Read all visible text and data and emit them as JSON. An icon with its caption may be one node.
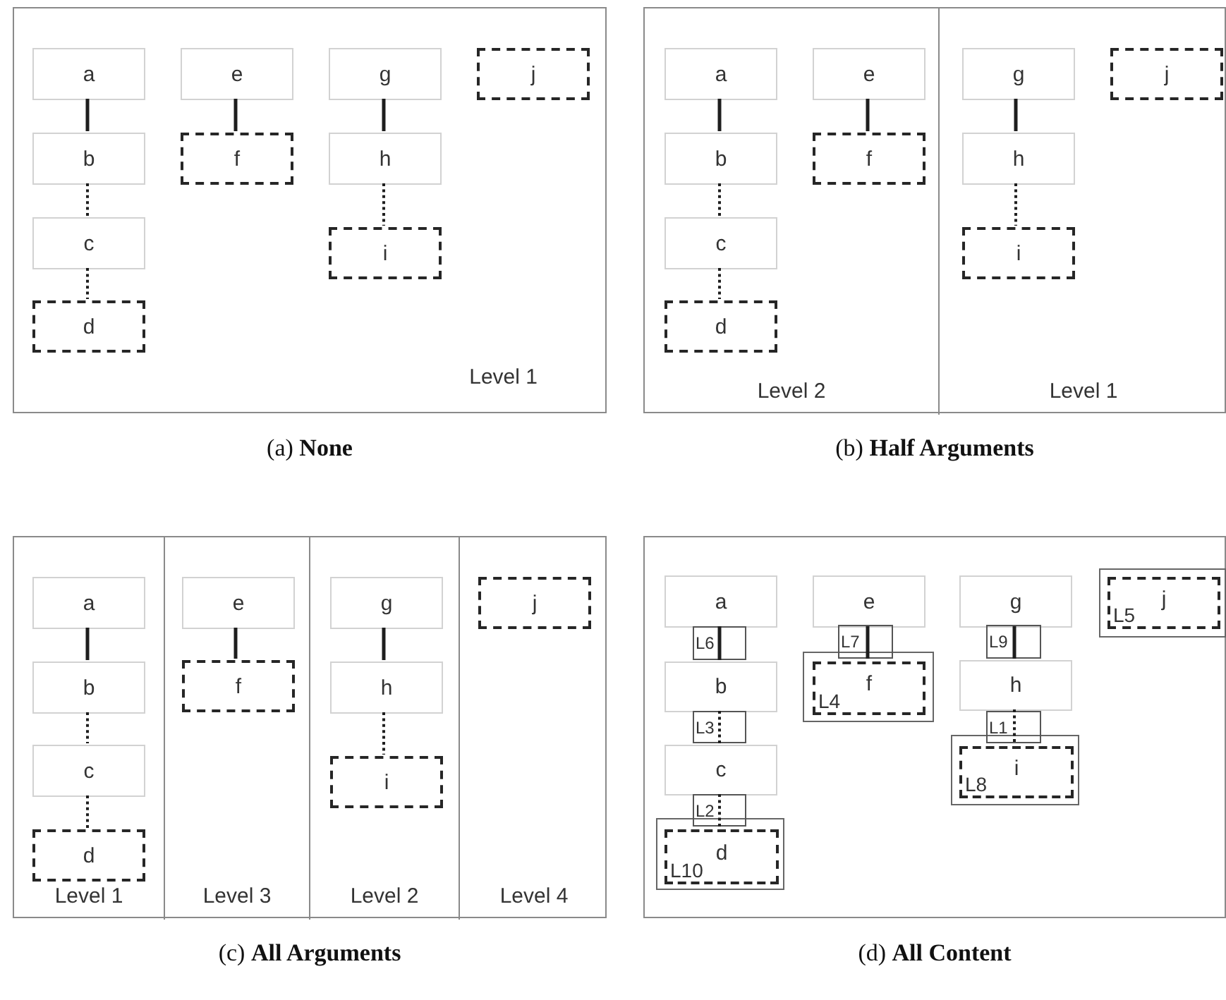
{
  "diagram": {
    "nodes": [
      {
        "text": [
          "Level 1"
        ],
        "beside": [
          "(a) **None**"
        ]
      },
      {
        "text": [
          "a"
        ],
        "in": 0
      },
      {
        "text": [
          "b"
        ],
        "in": 0
      },
      {
        "text": [
          "c"
        ],
        "in": 0
      },
      {
        "text": [
          "d"
        ],
        "in": 0
      },
      {
        "text": [
          "e"
        ],
        "in": 0
      },
      {
        "text": [
          "f"
        ],
        "in": 0
      },
      {
        "text": [
          "g"
        ],
        "in": 0
      },
      {
        "text": [
          "h"
        ],
        "in": 0
      },
      {
        "text": [
          "i"
        ],
        "in": 0
      },
      {
        "text": [
          "j"
        ],
        "in": 0
      },
      {
        "text": [],
        "shape": "box",
        "beside": [
          "(b) **Half Arguments**"
        ]
      },
      {
        "text": [
          "Level 2"
        ],
        "in": 11
      },
      {
        "text": [
          "a"
        ],
        "in": 12
      },
      {
        "text": [
          "b"
        ],
        "in": 12
      },
      {
        "text": [
          "c"
        ],
        "in": 12
      },
      {
        "text": [
          "d"
        ],
        "in": 12
      },
      {
        "text": [
          "e"
        ],
        "in": 12
      },
      {
        "text": [
          "f"
        ],
        "in": 12
      },
      {
        "text": [
          "Level 1"
        ],
        "in": 11
      },
      {
        "text": [
          "g"
        ],
        "in": 19
      },
      {
        "text": [
          "h"
        ],
        "in": 19
      },
      {
        "text": [
          "i"
        ],
        "in": 19
      },
      {
        "text": [
          "j"
        ],
        "in": 19
      },
      {
        "text": [],
        "shape": "box",
        "beside": [
          "(c) **All Arguments**"
        ]
      },
      {
        "text": [
          "Level 1"
        ],
        "in": 24
      },
      {
        "text": [
          "a"
        ],
        "in": 25
      },
      {
        "text": [
          "b"
        ],
        "in": 25
      },
      {
        "text": [
          "c"
        ],
        "in": 25
      },
      {
        "text": [
          "d"
        ],
        "in": 25
      },
      {
        "text": [
          "Level 3"
        ],
        "in": 24
      },
      {
        "text": [
          "e"
        ],
        "in": 30
      },
      {
        "text": [
          "f"
        ],
        "in": 30
      },
      {
        "text": [
          "Level 2"
        ],
        "in": 24
      },
      {
        "text": [
          "g"
        ],
        "in": 33
      },
      {
        "text": [
          "h"
        ],
        "in": 33
      },
      {
        "text": [
          "i"
        ],
        "in": 33
      },
      {
        "text": [
          "Level 4"
        ],
        "in": 24
      },
      {
        "text": [
          "j"
        ],
        "in": 37
      },
      {
        "text": [],
        "shape": "box",
        "beside": [
          "(d) **All Content**"
        ]
      },
      {
        "text": [
          "a"
        ],
        "in": 39
      },
      {
        "text": [
          "b"
        ],
        "in": 39
      },
      {
        "text": [
          "c"
        ],
        "in": 39
      },
      {
        "text": [],
        "shape": "box",
        "in": 39
      },
      {
        "text": [
          "L10",
          "d"
        ],
        "in": 43
      },
      {
        "text": [
          "e"
        ],
        "in": 39
      },
      {
        "text": [],
        "shape": "box",
        "in": 39
      },
      {
        "text": [
          "L4",
          "f"
        ],
        "in": 46
      },
      {
        "text": [
          "g"
        ],
        "in": 39
      },
      {
        "text": [
          "h"
        ],
        "in": 39
      },
      {
        "text": [],
        "shape": "box",
        "in": 39
      },
      {
        "text": [
          "L8",
          "i"
        ],
        "in": 50
      },
      {
        "text": [],
        "shape": "box",
        "in": 39
      },
      {
        "text": [
          "L5",
          "j"
        ],
        "in": 52
      }
    ],
    "edges": [
      {
        "from": 1,
        "to": 2,
        "arrow": "none"
      },
      {
        "from": 2,
        "to": 3,
        "arrow": "none",
        "style": "dashed"
      },
      {
        "from": 3,
        "to": 4,
        "arrow": "none",
        "style": "dashed"
      },
      {
        "from": 5,
        "to": 6,
        "arrow": "none"
      },
      {
        "from": 7,
        "to": 8,
        "arrow": "none"
      },
      {
        "from": 8,
        "to": 9,
        "arrow": "none",
        "style": "dashed"
      },
      {
        "from": 13,
        "to": 14,
        "arrow": "none"
      },
      {
        "from": 14,
        "to": 15,
        "arrow": "none",
        "style": "dashed"
      },
      {
        "from": 15,
        "to": 16,
        "arrow": "none",
        "style": "dashed"
      },
      {
        "from": 17,
        "to": 18,
        "arrow": "none"
      },
      {
        "from": 20,
        "to": 21,
        "arrow": "none"
      },
      {
        "from": 21,
        "to": 22,
        "arrow": "none",
        "style": "dashed"
      },
      {
        "from": 26,
        "to": 27,
        "arrow": "none"
      },
      {
        "from": 27,
        "to": 28,
        "arrow": "none",
        "style": "dashed"
      },
      {
        "from": 28,
        "to": 29,
        "arrow": "none",
        "style": "dashed"
      },
      {
        "from": 31,
        "to": 32,
        "arrow": "none"
      },
      {
        "from": 34,
        "to": 35,
        "arrow": "none"
      },
      {
        "from": 35,
        "to": 36,
        "arrow": "none",
        "style": "dashed"
      },
      {
        "from": 40,
        "to": 41,
        "arrow": "none",
        "label": "L6"
      },
      {
        "from": 41,
        "to": 42,
        "arrow": "none",
        "style": "dashed",
        "label": "L3"
      },
      {
        "from": 42,
        "to": 44,
        "arrow": "none",
        "style": "dashed",
        "label": "L2"
      },
      {
        "from": 45,
        "to": 47,
        "arrow": "none",
        "label": "L7"
      },
      {
        "from": 48,
        "to": 49,
        "arrow": "none",
        "label": "L9"
      },
      {
        "from": 49,
        "to": 51,
        "arrow": "none",
        "style": "dashed",
        "label": "L1"
      }
    ]
  }
}
